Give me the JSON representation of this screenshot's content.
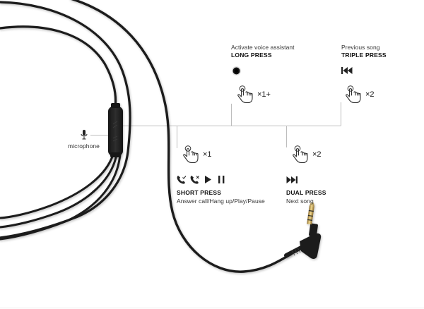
{
  "microphone": {
    "label": "microphone",
    "icon": "microphone-icon"
  },
  "functions": [
    {
      "id": "long-press",
      "description": "Activate voice assistant",
      "title": "LONG PRESS",
      "press_count": "×1+",
      "icons": [
        "voice-assistant-dot-icon"
      ]
    },
    {
      "id": "triple-press",
      "description": "Previous song",
      "title": "TRIPLE PRESS",
      "press_count": "×2",
      "icons": [
        "previous-track-icon"
      ]
    },
    {
      "id": "short-press",
      "description": "Answer call/Hang up/Play/Pause",
      "title": "SHORT PRESS",
      "press_count": "×1",
      "icons": [
        "answer-call-icon",
        "hang-up-icon",
        "play-icon",
        "pause-icon"
      ]
    },
    {
      "id": "dual-press",
      "description": "Next song",
      "title": "DUAL PRESS",
      "press_count": "×2",
      "icons": [
        "next-track-icon"
      ]
    }
  ],
  "colors": {
    "background": "#ffffff",
    "cable": "#1a1a1a",
    "connector_line": "#bdbdbd",
    "text": "#222222",
    "jack_gold": "#c9a85a"
  }
}
